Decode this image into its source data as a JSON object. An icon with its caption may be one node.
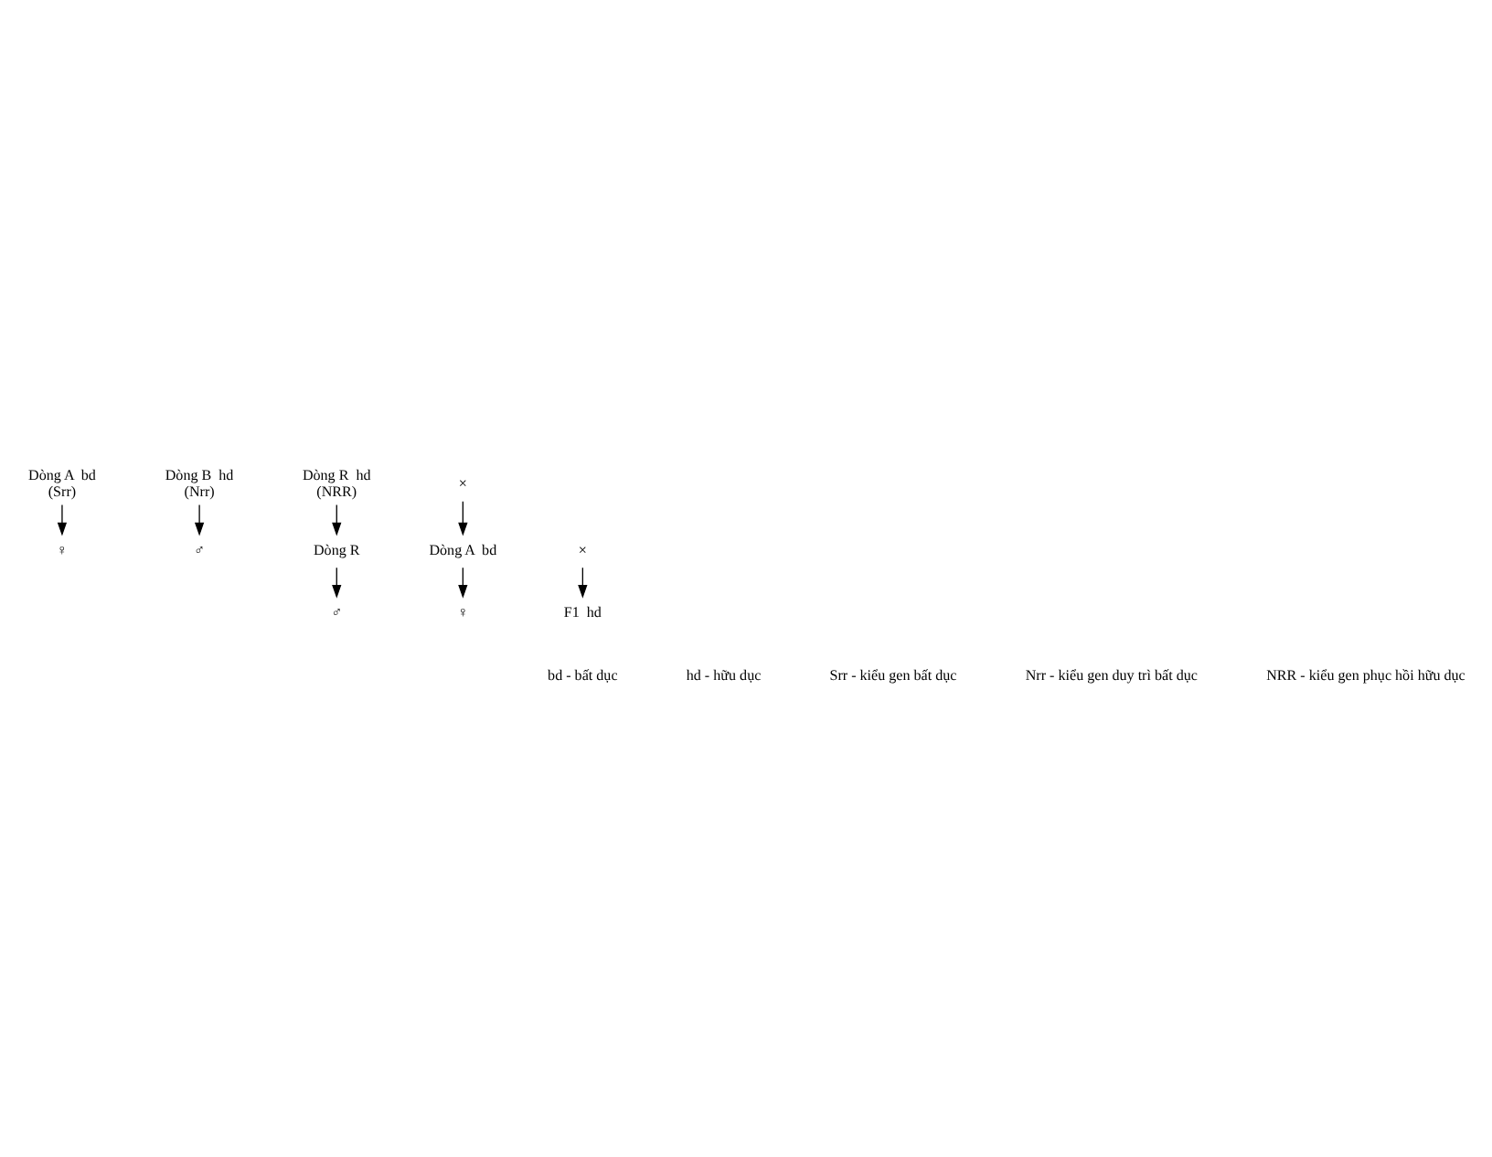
{
  "diagram": {
    "nodes": [
      {
        "text": [
          "Dòng A  bd",
          "(Srr)"
        ]
      },
      {
        "text": [
          "♀"
        ]
      },
      {
        "text": [
          "Dòng B  hd",
          "(Nrr)"
        ]
      },
      {
        "text": [
          "♂"
        ]
      },
      {
        "text": [
          "Dòng R  hd",
          "(NRR)"
        ]
      },
      {
        "text": [
          "×"
        ]
      },
      {
        "text": [
          "Dòng A  bd"
        ]
      },
      {
        "text": [
          "Dòng R"
        ]
      },
      {
        "text": [
          "♀"
        ]
      },
      {
        "text": [
          "×"
        ]
      },
      {
        "text": [
          "F1  hd"
        ]
      },
      {
        "text": [
          "♂"
        ]
      }
    ],
    "edges": [
      {
        "from": 0,
        "to": 1,
        "arrow": "to"
      },
      {
        "from": 2,
        "to": 3,
        "arrow": "to"
      },
      {
        "from": 4,
        "to": 7,
        "arrow": "to"
      },
      {
        "from": 5,
        "to": 6,
        "arrow": "to"
      },
      {
        "from": 6,
        "to": 8,
        "arrow": "to"
      },
      {
        "from": 7,
        "to": 11,
        "arrow": "to"
      },
      {
        "from": 9,
        "to": 10,
        "arrow": "to"
      }
    ],
    "labels": [
      "bd - bất dục",
      "hd - hữu dục",
      "Srr - kiểu gen bất dục",
      "Nrr - kiểu gen duy trì bất dục",
      "NRR - kiểu gen phục hồi hữu dục"
    ]
  }
}
